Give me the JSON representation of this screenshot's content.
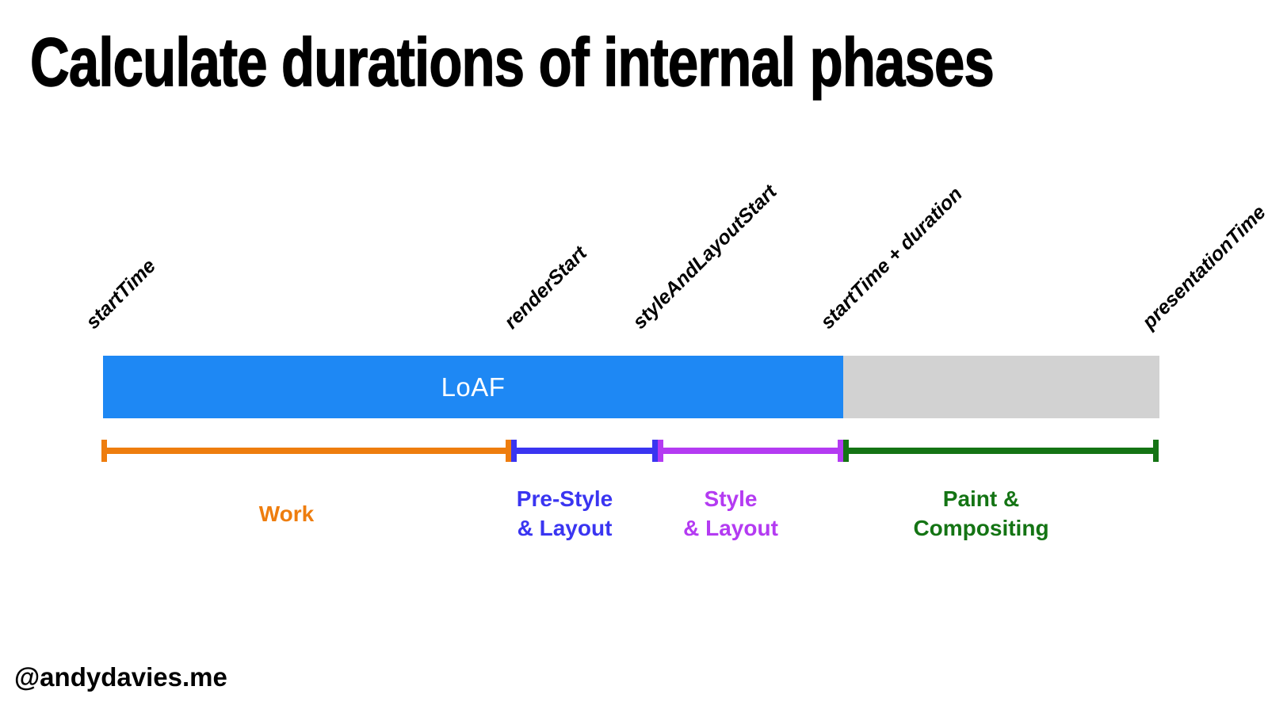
{
  "slide": {
    "title": "Calculate durations of internal phases",
    "footer": "@andydavies.me"
  },
  "colors": {
    "loaf_active_bar": "#1E88F4",
    "loaf_idle_bar": "#D2D2D2",
    "work": "#EE7D0E",
    "pre_style_layout": "#3A35F1",
    "style_layout": "#B43BF2",
    "paint_compositing": "#147414",
    "bar_label_text": "#FFFFFF",
    "text": "#000000"
  },
  "timeline": {
    "bar_label": "LoAF",
    "milestones": [
      {
        "label": "startTime"
      },
      {
        "label": "renderStart"
      },
      {
        "label": "styleAndLayoutStart"
      },
      {
        "label": "startTime + duration"
      },
      {
        "label": "presentationTime"
      }
    ],
    "phases": [
      {
        "name": "work",
        "line1": "Work"
      },
      {
        "name": "pre-style-layout",
        "line1": "Pre-Style",
        "line2": "& Layout"
      },
      {
        "name": "style-layout",
        "line1": "Style",
        "line2": "& Layout"
      },
      {
        "name": "paint-compositing",
        "line1": "Paint &",
        "line2": "Compositing"
      }
    ]
  }
}
